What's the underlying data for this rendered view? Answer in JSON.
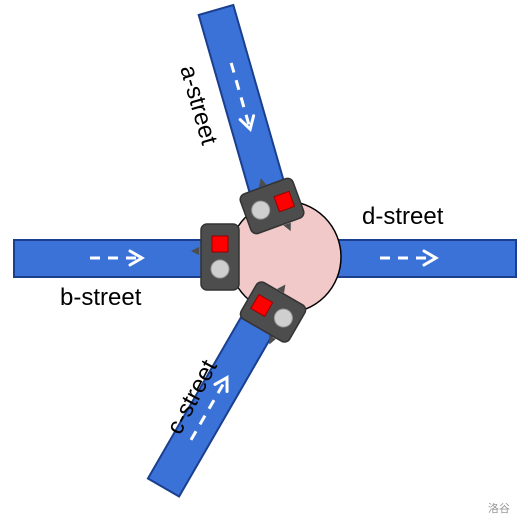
{
  "diagram": {
    "streets": [
      {
        "id": "a",
        "label": "a-street"
      },
      {
        "id": "b",
        "label": "b-street"
      },
      {
        "id": "c",
        "label": "c-street"
      },
      {
        "id": "d",
        "label": "d-street"
      }
    ],
    "watermark": "洛谷",
    "colors": {
      "street": "#3a72d8",
      "intersection": "#f2c9c9",
      "signal_body": "#4d4d4d",
      "signal_red": "#ff0000",
      "signal_off": "#cfcfcf"
    }
  }
}
